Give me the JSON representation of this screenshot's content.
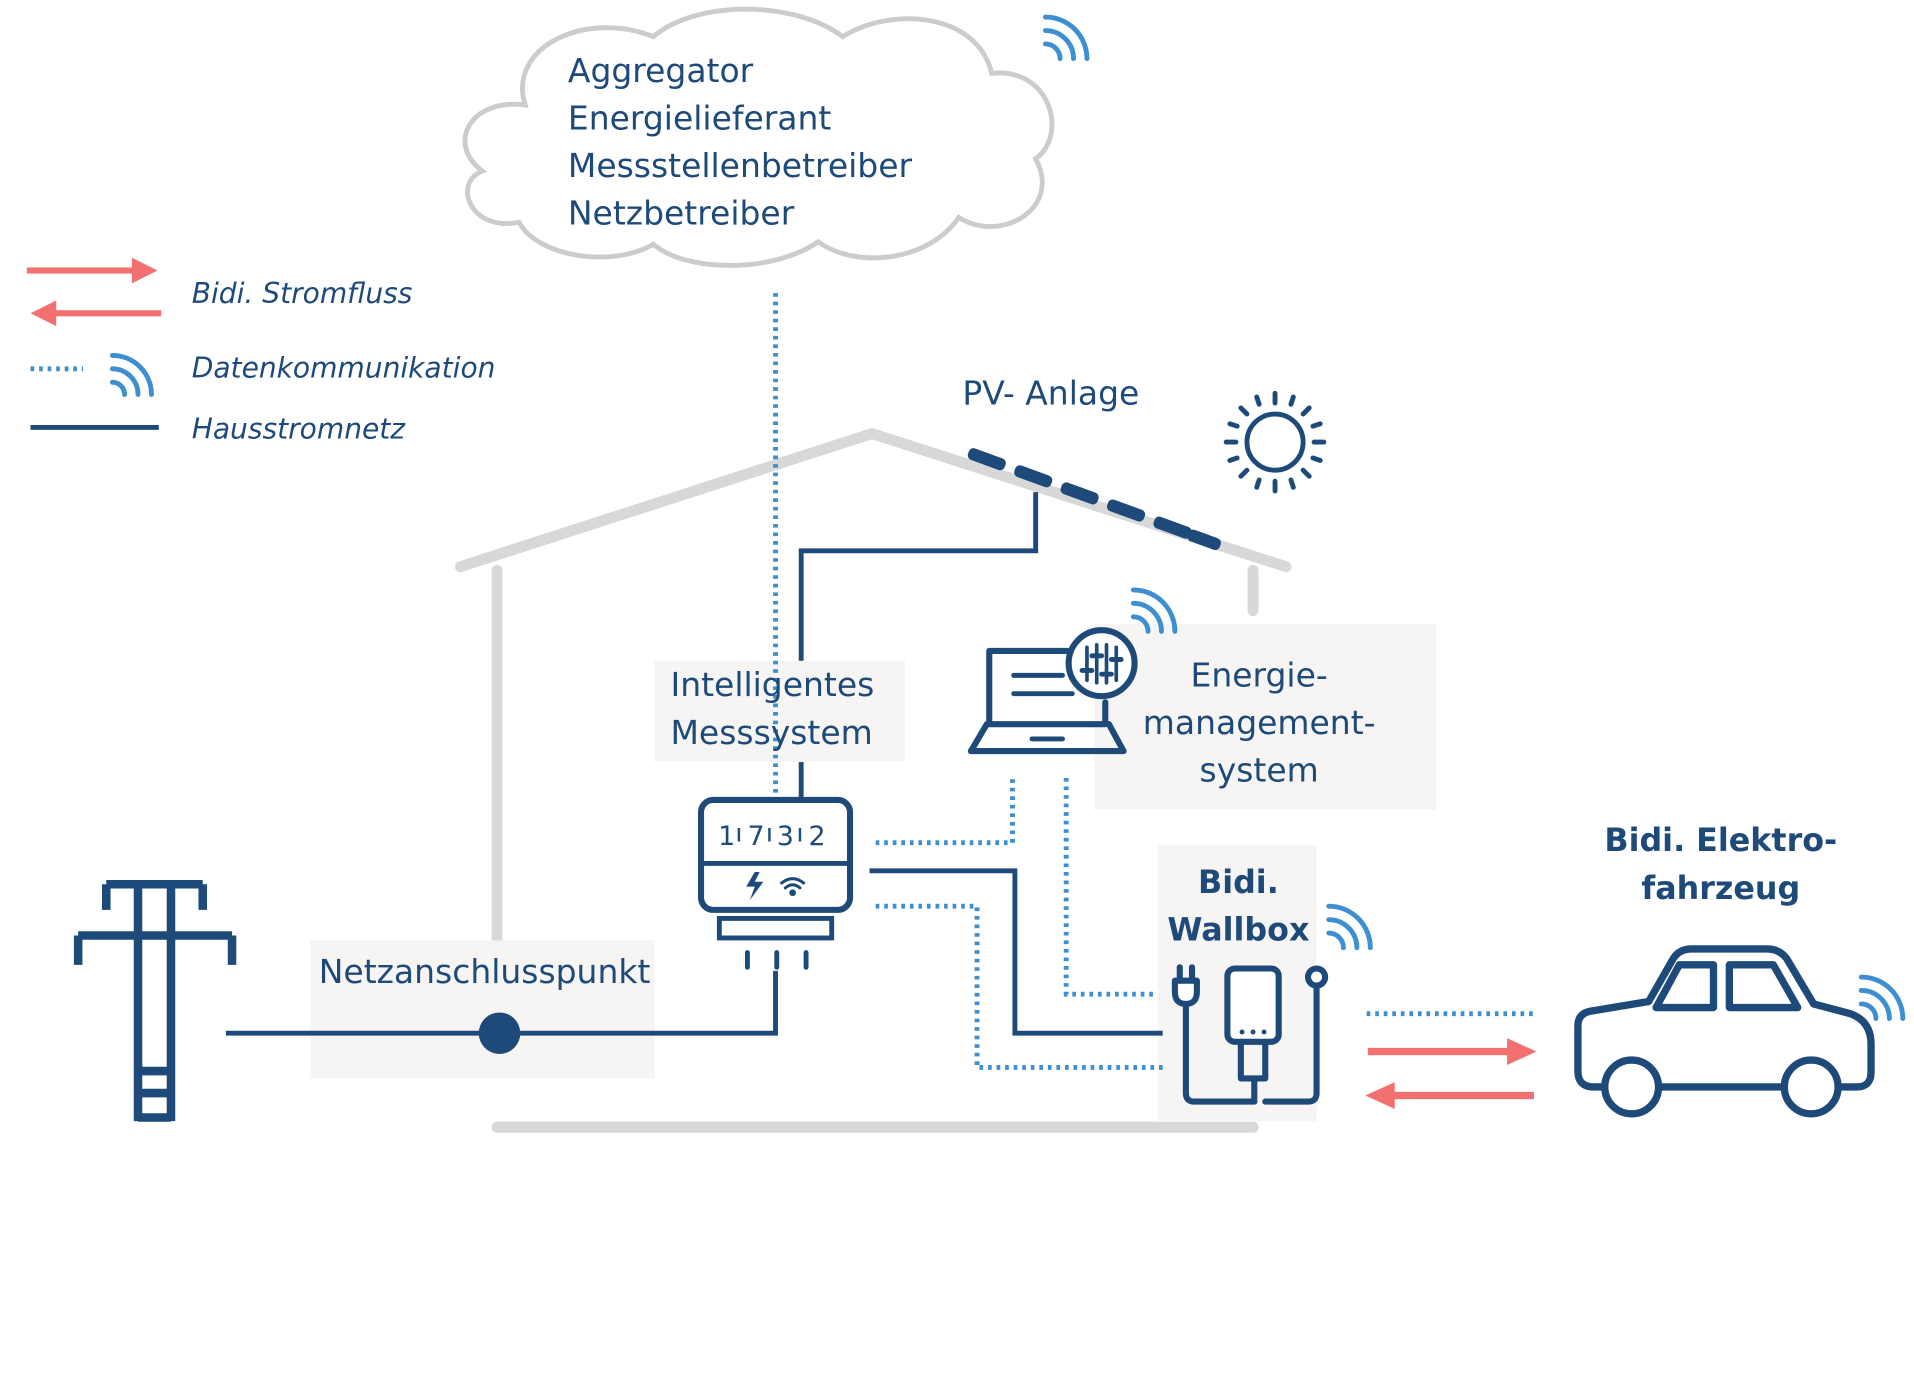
{
  "colors": {
    "navy": "#1e4a7a",
    "blue": "#3d8fd1",
    "red": "#f27170",
    "house": "#d8d8d8",
    "cloud": "#cccccc",
    "labelBox": "#f6f5f3"
  },
  "cloud": {
    "lines": [
      "Aggregator",
      "Energielieferant",
      "Messstellenbetreiber",
      "Netzbetreiber"
    ]
  },
  "legend": {
    "power_flow": "Bidi. Stromfluss",
    "data": "Datenkommunikation",
    "grid": "Hausstromnetz"
  },
  "pv": {
    "label": "PV- Anlage"
  },
  "smart_meter": {
    "label_line1": "Intelligentes",
    "label_line2": "Messsystem",
    "display": [
      "1",
      "7",
      "3",
      "2"
    ]
  },
  "ems": {
    "label_line1": "Energie-",
    "label_line2": "management-",
    "label_line3": "system"
  },
  "wallbox": {
    "label_line1": "Bidi.",
    "label_line2": "Wallbox"
  },
  "car": {
    "label_line1": "Bidi. Elektro-",
    "label_line2": "fahrzeug"
  },
  "grid_connection": {
    "label": "Netzanschlusspunkt"
  },
  "icons": [
    "cloud-icon",
    "wifi-icon",
    "sun-icon",
    "solar-panel-icon",
    "power-pylon-icon",
    "smart-meter-icon",
    "laptop-icon",
    "wallbox-icon",
    "car-icon",
    "arrow-right-icon",
    "arrow-left-icon"
  ]
}
